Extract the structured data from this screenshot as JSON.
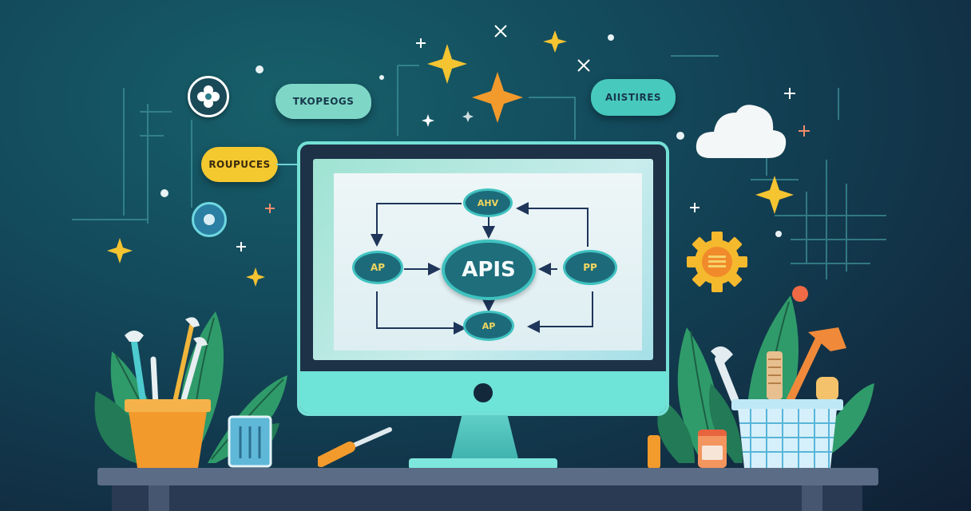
{
  "bubbles": {
    "top_left": "TKOPEOGS",
    "top_right": "AIISTIRES",
    "left": "ROUPUCES"
  },
  "diagram": {
    "center": "APIS",
    "top": "AHV",
    "left": "AP",
    "right": "PP",
    "bottom": "AP"
  },
  "colors": {
    "accent_teal": "#4fd0c4",
    "monitor_frame": "#6ee3d8",
    "gold": "#f5c431",
    "orange": "#f39a2c",
    "bubble_yellow": "#f4c82f"
  }
}
